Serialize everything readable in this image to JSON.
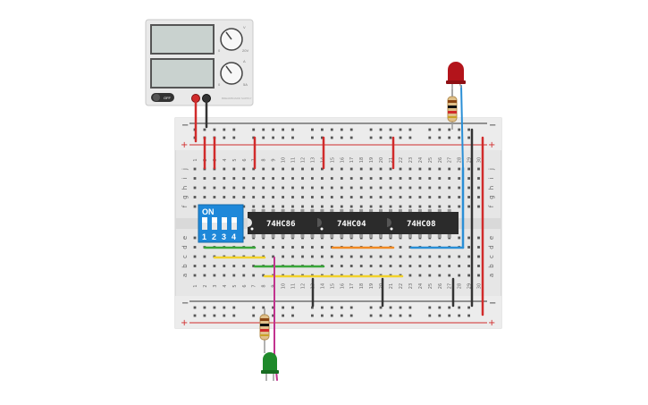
{
  "power_supply": {
    "dial_labels": [
      "V",
      "A"
    ],
    "voltage_range": [
      "0",
      "20V"
    ],
    "current_range": [
      "0",
      "5A"
    ],
    "switch_label": "OFF",
    "brand_label": "BREADBOARD SUPPLY",
    "output_colors": {
      "positive": "#d12b2b",
      "negative": "#333333"
    }
  },
  "breadboard": {
    "rail_minus": "−",
    "rail_plus": "+",
    "row_letters_top": [
      "j",
      "i",
      "h",
      "g",
      "f"
    ],
    "row_letters_bottom": [
      "e",
      "d",
      "c",
      "b",
      "a"
    ],
    "column_numbers": [
      "1",
      "2",
      "3",
      "4",
      "5",
      "6",
      "7",
      "8",
      "9",
      "10",
      "11",
      "12",
      "13",
      "14",
      "15",
      "16",
      "17",
      "18",
      "19",
      "20",
      "21",
      "22",
      "23",
      "24",
      "25",
      "26",
      "27",
      "28",
      "29",
      "30"
    ]
  },
  "dip_switch": {
    "on_label": "ON",
    "positions": [
      "1",
      "2",
      "3",
      "4"
    ],
    "color": "#1e88d9"
  },
  "chips": [
    {
      "label": "74HC86"
    },
    {
      "label": "74HC04"
    },
    {
      "label": "74HC08"
    }
  ],
  "leds": [
    {
      "name": "red-led",
      "color": "#b3141b"
    },
    {
      "name": "green-led",
      "color": "#1f8a2b"
    }
  ],
  "wire_colors": {
    "red": "#d12b2b",
    "black": "#333333",
    "green": "#3aa63a",
    "yellow": "#f2d22b",
    "orange": "#f08a24",
    "blue": "#2a8fd6",
    "magenta": "#c2338f"
  }
}
